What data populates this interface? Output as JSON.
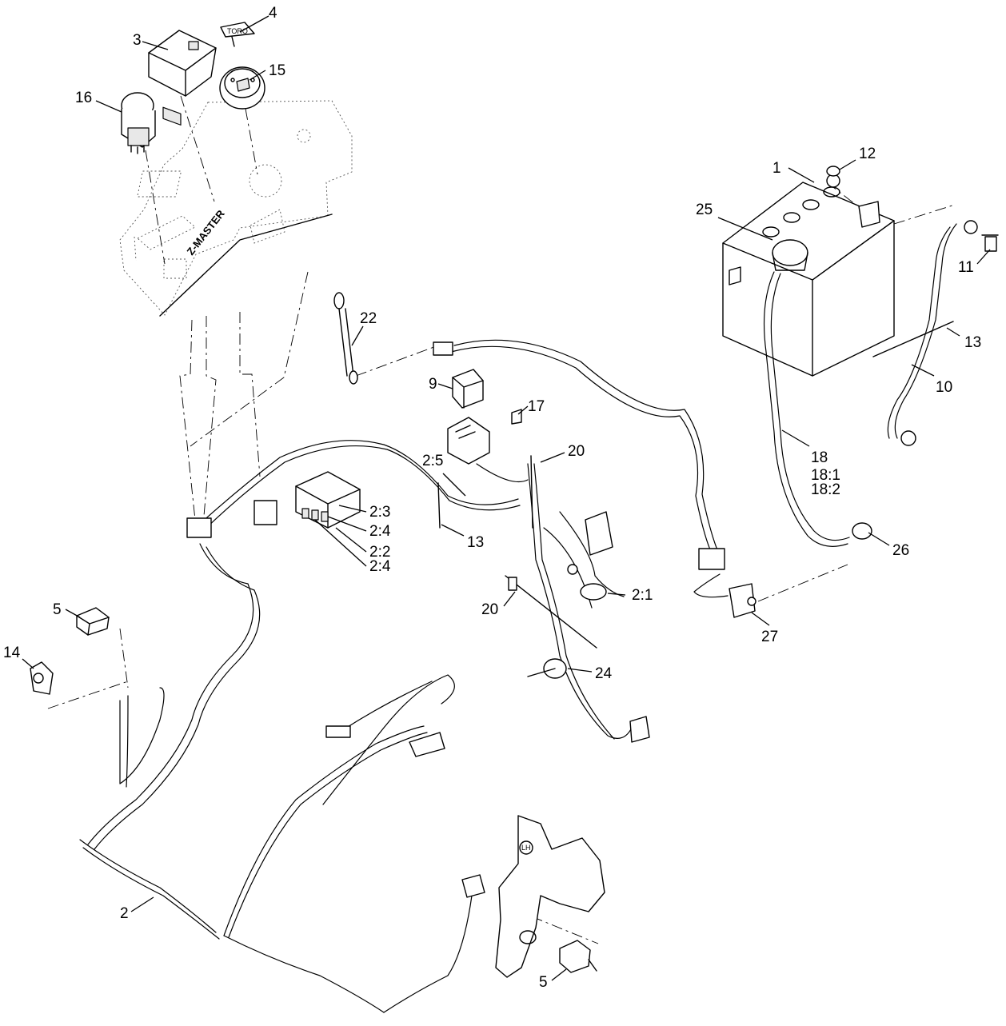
{
  "diagram": {
    "callouts": {
      "c1": "1",
      "c2": "2",
      "c2_1": "2:1",
      "c2_2": "2:2",
      "c2_3": "2:3",
      "c2_4a": "2:4",
      "c2_4b": "2:4",
      "c2_5": "2:5",
      "c3": "3",
      "c4": "4",
      "c5a": "5",
      "c5b": "5",
      "c9": "9",
      "c10": "10",
      "c11": "11",
      "c12": "12",
      "c13a": "13",
      "c13b": "13",
      "c14": "14",
      "c15": "15",
      "c16": "16",
      "c17": "17",
      "c18": "18",
      "c18_1": "18:1",
      "c18_2": "18:2",
      "c20a": "20",
      "c20b": "20",
      "c22": "22",
      "c24": "24",
      "c25": "25",
      "c26": "26",
      "c27": "27"
    },
    "part_text": {
      "console_brand": "Z-MASTER",
      "key_tag": "TORO",
      "bracket_side": "LH"
    }
  }
}
